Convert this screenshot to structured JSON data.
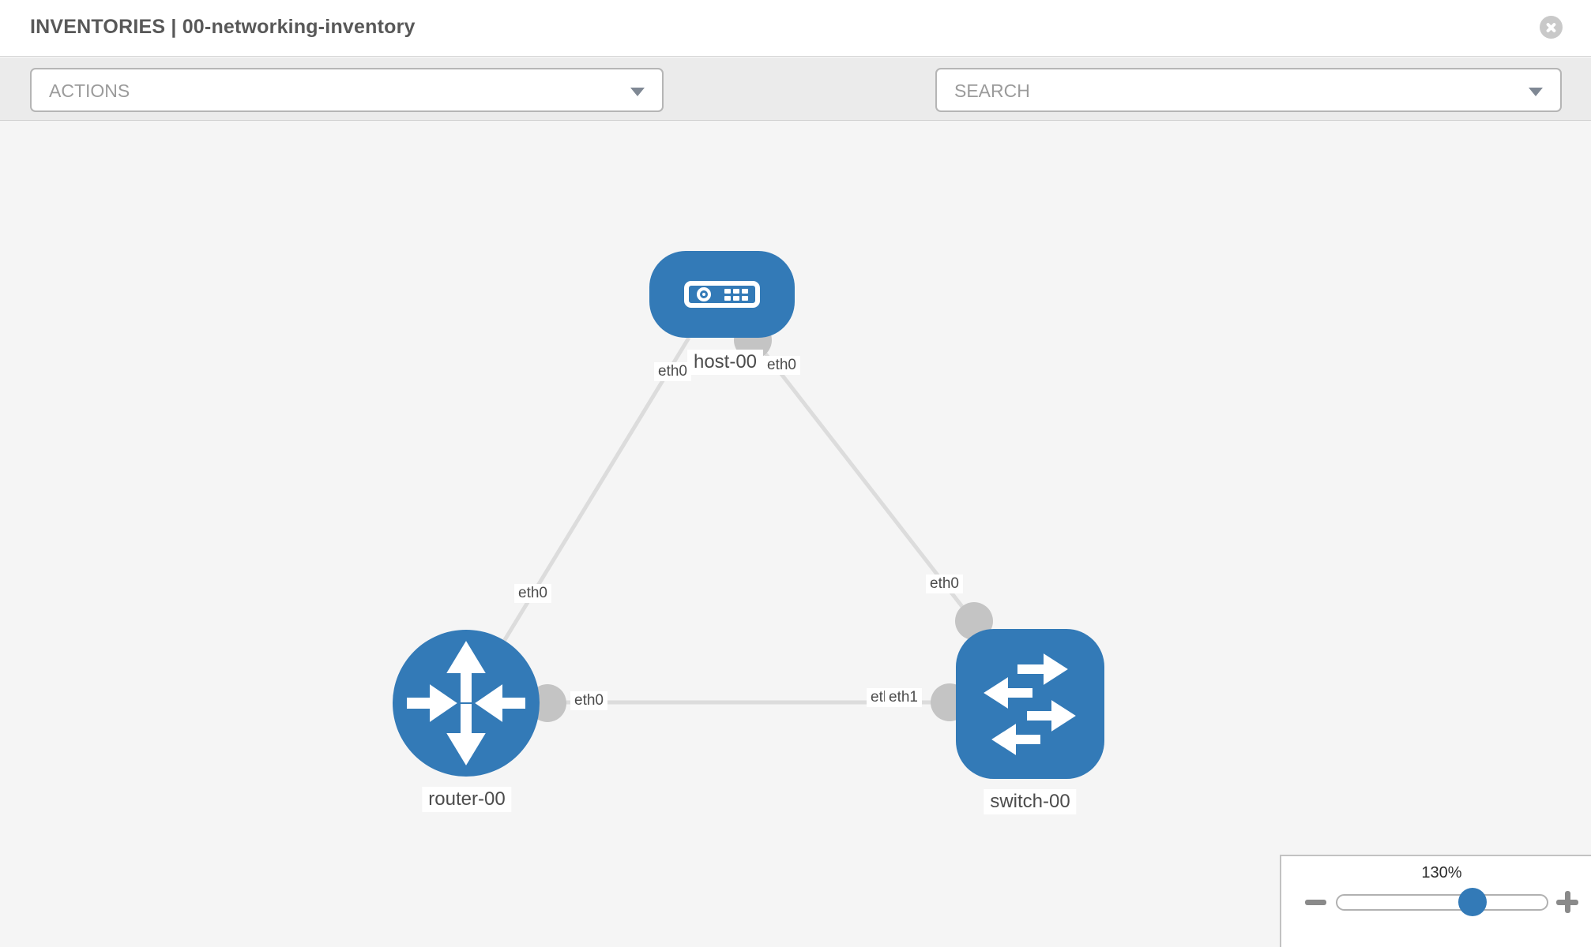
{
  "header": {
    "title": "INVENTORIES | 00-networking-inventory"
  },
  "toolbar": {
    "actions_label": "ACTIONS",
    "search_placeholder": "SEARCH",
    "icons": [
      "wrench-icon",
      "key-icon"
    ]
  },
  "topology": {
    "nodes": [
      {
        "label": "host-00",
        "type": "host",
        "shape": "rounded-rect",
        "color": "#337ab7"
      },
      {
        "label": "router-00",
        "type": "router",
        "shape": "circle",
        "color": "#337ab7"
      },
      {
        "label": "switch-00",
        "type": "switch",
        "shape": "rounded-square",
        "color": "#337ab7"
      }
    ],
    "links": [
      {
        "from": "router-00",
        "from_interface": "eth0",
        "to": "host-00",
        "to_interface": "eth0"
      },
      {
        "from": "switch-00",
        "from_interface": "eth0",
        "to": "host-00",
        "to_interface": "eth0"
      },
      {
        "from": "router-00",
        "from_interface": "eth0",
        "to": "switch-00",
        "to_interface": "eth1"
      }
    ],
    "node_labels": {
      "host": "host-00",
      "router": "router-00",
      "switch": "switch-00"
    },
    "interface_chips": {
      "host_left": "eth0",
      "host_right": "eth0",
      "router_top": "eth0",
      "switch_top": "eth0",
      "router_right": "eth0",
      "mid_back": "eth0",
      "mid_front": "eth1"
    }
  },
  "zoom_control": {
    "level": "130%"
  },
  "colors": {
    "node_blue": "#337ab7",
    "port_gray": "#c4c4c4",
    "link_gray": "#dcdcdc",
    "canvas_bg": "#f5f5f5",
    "toolbar_bg": "#ebebeb"
  }
}
